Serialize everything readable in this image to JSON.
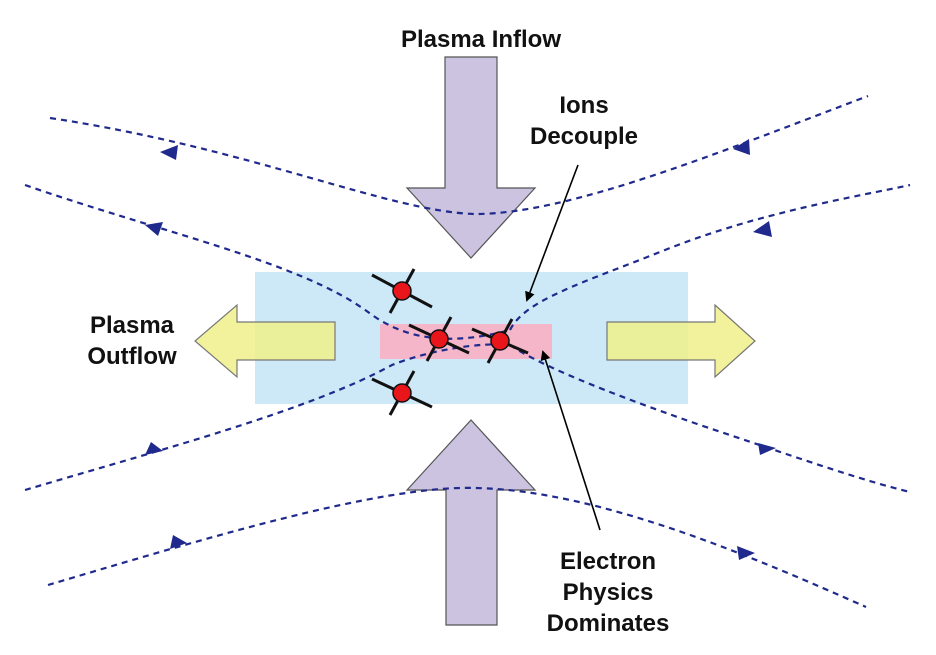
{
  "labels": {
    "plasma_inflow": "Plasma Inflow",
    "ions_decouple": [
      "Ions",
      "Decouple"
    ],
    "plasma_outflow": [
      "Plasma",
      "Outflow"
    ],
    "electron_physics": [
      "Electron",
      "Physics",
      "Dominates"
    ]
  },
  "colors": {
    "field_line": "#1f2a8c",
    "ion_region": "#cde9f8",
    "electron_region": "#f4b6c8",
    "inflow_arrow": "#c8c0dd",
    "outflow_arrow": "#eef08a",
    "particle": "#e8151b",
    "pointer": "#000000"
  },
  "icons": {
    "particle": "particle-icon",
    "flow_arrow": "arrow-icon"
  }
}
